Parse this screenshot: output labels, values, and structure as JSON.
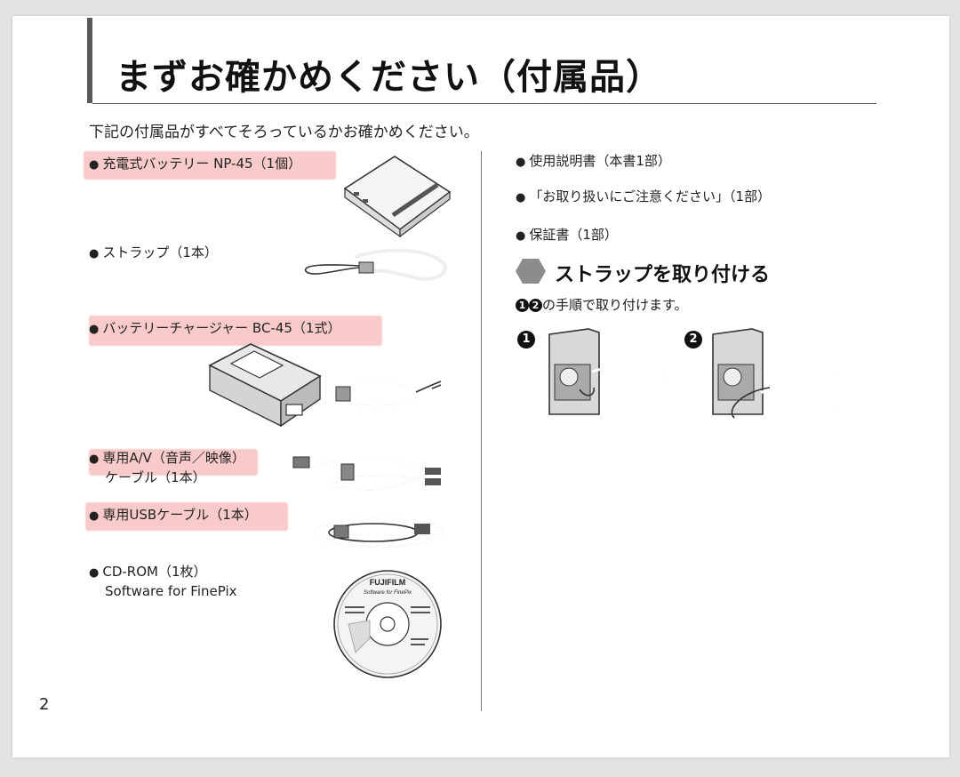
{
  "title": "まずお確かめください（付属品）",
  "intro": "下記の付属品がすべてそろっているかお確かめください。",
  "page_number": "2",
  "bullet": "●",
  "highlight_color": "#f49696",
  "left_items": [
    {
      "line1": "充電式バッテリー NP-45（1個）",
      "line2": ""
    },
    {
      "line1": "ストラップ（1本）",
      "line2": ""
    },
    {
      "line1": "バッテリーチャージャー BC-45（1式）",
      "line2": ""
    },
    {
      "line1": "専用A/V（音声／映像）",
      "line2": "ケーブル（1本）"
    },
    {
      "line1": "専用USBケーブル（1本）",
      "line2": ""
    },
    {
      "line1": "CD-ROM（1枚）",
      "line2": "Software for FinePix"
    }
  ],
  "right_items": [
    "使用説明書（本書1部）",
    "「お取り扱いにご注意ください」（1部）",
    "保証書（1部）"
  ],
  "strap_section": {
    "heading": "ストラップを取り付ける",
    "step_marks": [
      "1",
      "2"
    ],
    "instruction": "の手順で取り付けます。"
  },
  "cd_label": {
    "brand": "FUJIFILM",
    "subtitle": "Software for FinePix"
  }
}
